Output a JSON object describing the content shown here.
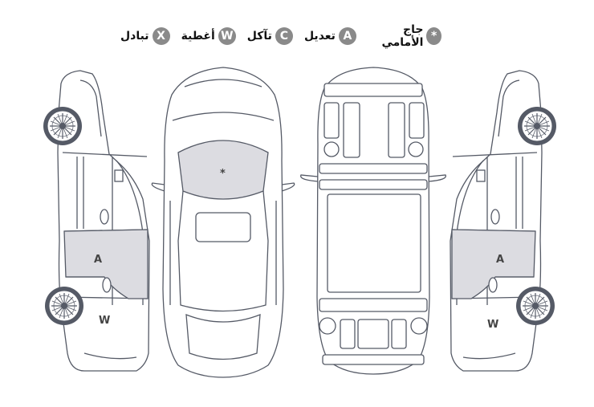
{
  "legend": [
    {
      "symbol": "*",
      "label": "جاج الأمامي"
    },
    {
      "symbol": "A",
      "label": "تعديل"
    },
    {
      "symbol": "C",
      "label": "تآكل"
    },
    {
      "symbol": "W",
      "label": "أغطية"
    },
    {
      "symbol": "X",
      "label": "تبادل"
    }
  ],
  "marks": {
    "windshield": "*",
    "left_rear_door": "A",
    "left_rear_quarter": "W",
    "right_rear_door": "A",
    "right_rear_quarter": "W"
  }
}
